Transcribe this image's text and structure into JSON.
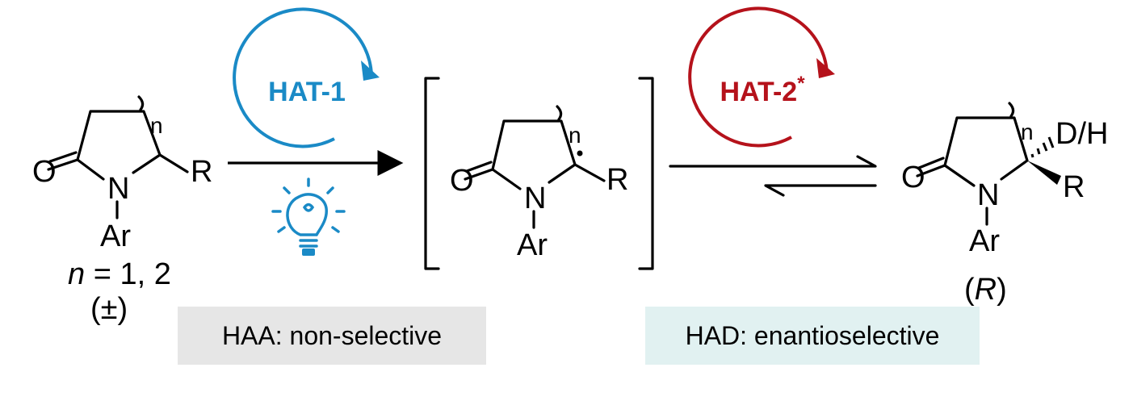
{
  "colors": {
    "hat1": "#1a8ac6",
    "hat2": "#b5121b",
    "haa_box": "#e6e6e6",
    "had_box": "#e1f1f1"
  },
  "icons": {
    "catalytic_cycle_1": "circular-arrow-icon",
    "catalytic_cycle_2": "circular-arrow-icon",
    "light": "lightbulb-icon",
    "reaction_arrow": "right-arrow-icon",
    "equilibrium": "equilibrium-arrows-icon"
  },
  "reactant": {
    "O": "O",
    "N": "N",
    "R": "R",
    "Ar": "Ar",
    "n": "n",
    "condition_italic": "n",
    "condition_rest": " = 1, 2",
    "stereo": "(±)"
  },
  "intermediate": {
    "O": "O",
    "N": "N",
    "R": "R",
    "Ar": "Ar",
    "n": "n"
  },
  "product": {
    "O": "O",
    "N": "N",
    "R": "R",
    "Ar": "Ar",
    "n": "n",
    "DH": "D/H",
    "config_open": "(",
    "config_letter": "R",
    "config_close": ")"
  },
  "hat1": {
    "label": "HAT-1"
  },
  "hat2": {
    "label": "HAT-2",
    "sup": "*"
  },
  "haa_box": {
    "label": "HAA: non-selective"
  },
  "had_box": {
    "label": "HAD: enantioselective"
  }
}
